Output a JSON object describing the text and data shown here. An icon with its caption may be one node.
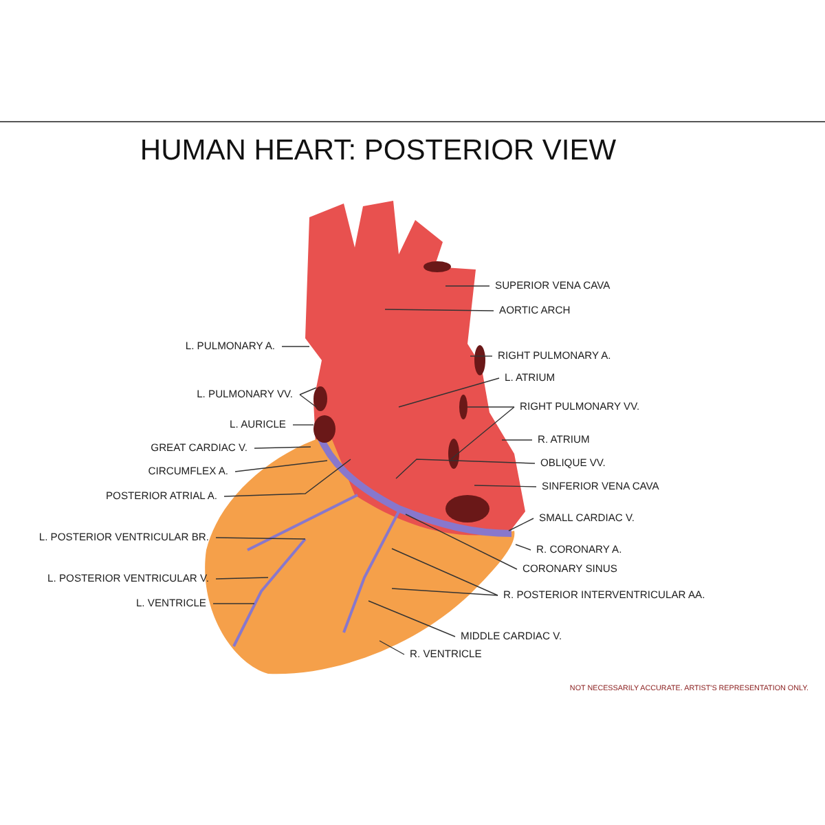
{
  "diagram": {
    "title": "HUMAN HEART: POSTERIOR VIEW",
    "nodes": [
      {
        "text": [
          "L. PULMONARY A."
        ]
      },
      {
        "text": [
          "L. PULMONARY VV."
        ]
      },
      {
        "text": [
          "L. AURICLE"
        ]
      },
      {
        "text": [
          "GREAT CARDIAC V."
        ]
      },
      {
        "text": [
          "CIRCUMFLEX A."
        ]
      },
      {
        "text": [
          "POSTERIOR ATRIAL A."
        ]
      },
      {
        "text": [
          "L. POSTERIOR VENTRICULAR BR."
        ]
      },
      {
        "text": [
          "L. POSTERIOR VENTRICULAR V."
        ]
      },
      {
        "text": [
          "L. VENTRICLE"
        ]
      },
      {
        "text": [
          "SUPERIOR VENA CAVA"
        ]
      },
      {
        "text": [
          "AORTIC ARCH"
        ]
      },
      {
        "text": [
          "RIGHT PULMONARY A."
        ]
      },
      {
        "text": [
          "L. ATRIUM"
        ]
      },
      {
        "text": [
          "RIGHT PULMONARY VV."
        ]
      },
      {
        "text": [
          "R. ATRIUM"
        ]
      },
      {
        "text": [
          "OBLIQUE VV."
        ]
      },
      {
        "text": [
          "SINFERIOR VENA CAVA"
        ]
      },
      {
        "text": [
          "SMALL CARDIAC V."
        ]
      },
      {
        "text": [
          "R. CORONARY A."
        ]
      },
      {
        "text": [
          "CORONARY SINUS"
        ]
      },
      {
        "text": [
          "R. POSTERIOR INTERVENTRICULAR AA."
        ]
      },
      {
        "text": [
          "MIDDLE CARDIAC V."
        ]
      },
      {
        "text": [
          "R. VENTRICLE"
        ]
      }
    ],
    "edges": [
      {
        "from": 0,
        "to": null,
        "arrow": "none"
      },
      {
        "from": 1,
        "to": null,
        "arrow": "none"
      },
      {
        "from": 1,
        "to": null,
        "arrow": "none"
      },
      {
        "from": 2,
        "to": null,
        "arrow": "none"
      },
      {
        "from": 3,
        "to": null,
        "arrow": "none"
      },
      {
        "from": 4,
        "to": null,
        "arrow": "none"
      },
      {
        "from": 5,
        "to": null,
        "arrow": "none"
      },
      {
        "from": 6,
        "to": null,
        "arrow": "none"
      },
      {
        "from": 7,
        "to": null,
        "arrow": "none"
      },
      {
        "from": 8,
        "to": null,
        "arrow": "none"
      },
      {
        "from": 9,
        "to": null,
        "arrow": "none"
      },
      {
        "from": 10,
        "to": null,
        "arrow": "none"
      },
      {
        "from": 11,
        "to": null,
        "arrow": "none"
      },
      {
        "from": 12,
        "to": null,
        "arrow": "none"
      },
      {
        "from": 13,
        "to": null,
        "arrow": "none"
      },
      {
        "from": 13,
        "to": null,
        "arrow": "none"
      },
      {
        "from": 14,
        "to": null,
        "arrow": "none"
      },
      {
        "from": 15,
        "to": null,
        "arrow": "none"
      },
      {
        "from": 16,
        "to": null,
        "arrow": "none"
      },
      {
        "from": 17,
        "to": null,
        "arrow": "none"
      },
      {
        "from": 18,
        "to": null,
        "arrow": "none"
      },
      {
        "from": 19,
        "to": null,
        "arrow": "none"
      },
      {
        "from": 20,
        "to": null,
        "arrow": "none"
      },
      {
        "from": 20,
        "to": null,
        "arrow": "none"
      },
      {
        "from": 21,
        "to": null,
        "arrow": "none"
      },
      {
        "from": 22,
        "to": null,
        "arrow": "none"
      }
    ],
    "labels": [
      "NOT NECESSARILY ACCURATE. ARTIST'S REPRESENTATION ONLY."
    ]
  }
}
